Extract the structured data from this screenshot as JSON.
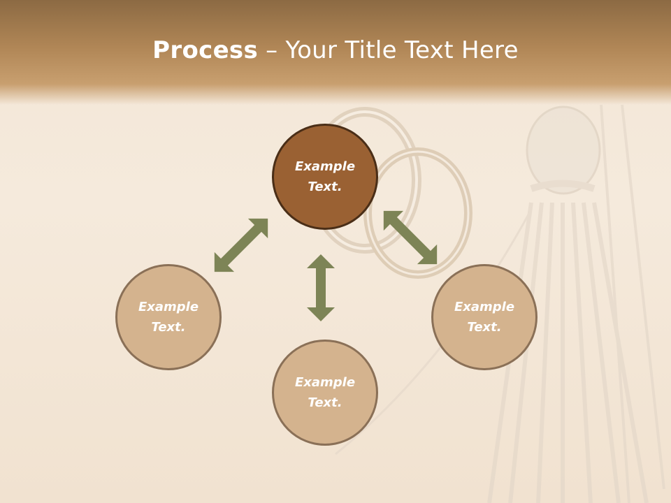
{
  "slide": {
    "title_bold": "Process",
    "title_rest": " – Your Title Text Here"
  },
  "nodes": [
    {
      "id": "top",
      "line1": "Example",
      "line2": "Text."
    },
    {
      "id": "left",
      "line1": "Example",
      "line2": "Text."
    },
    {
      "id": "bottom",
      "line1": "Example",
      "line2": "Text."
    },
    {
      "id": "right",
      "line1": "Example",
      "line2": "Text."
    }
  ],
  "colors": {
    "arrow": "#7d8456",
    "node_light": "#d4b38e",
    "node_dark": "#9a6133"
  }
}
